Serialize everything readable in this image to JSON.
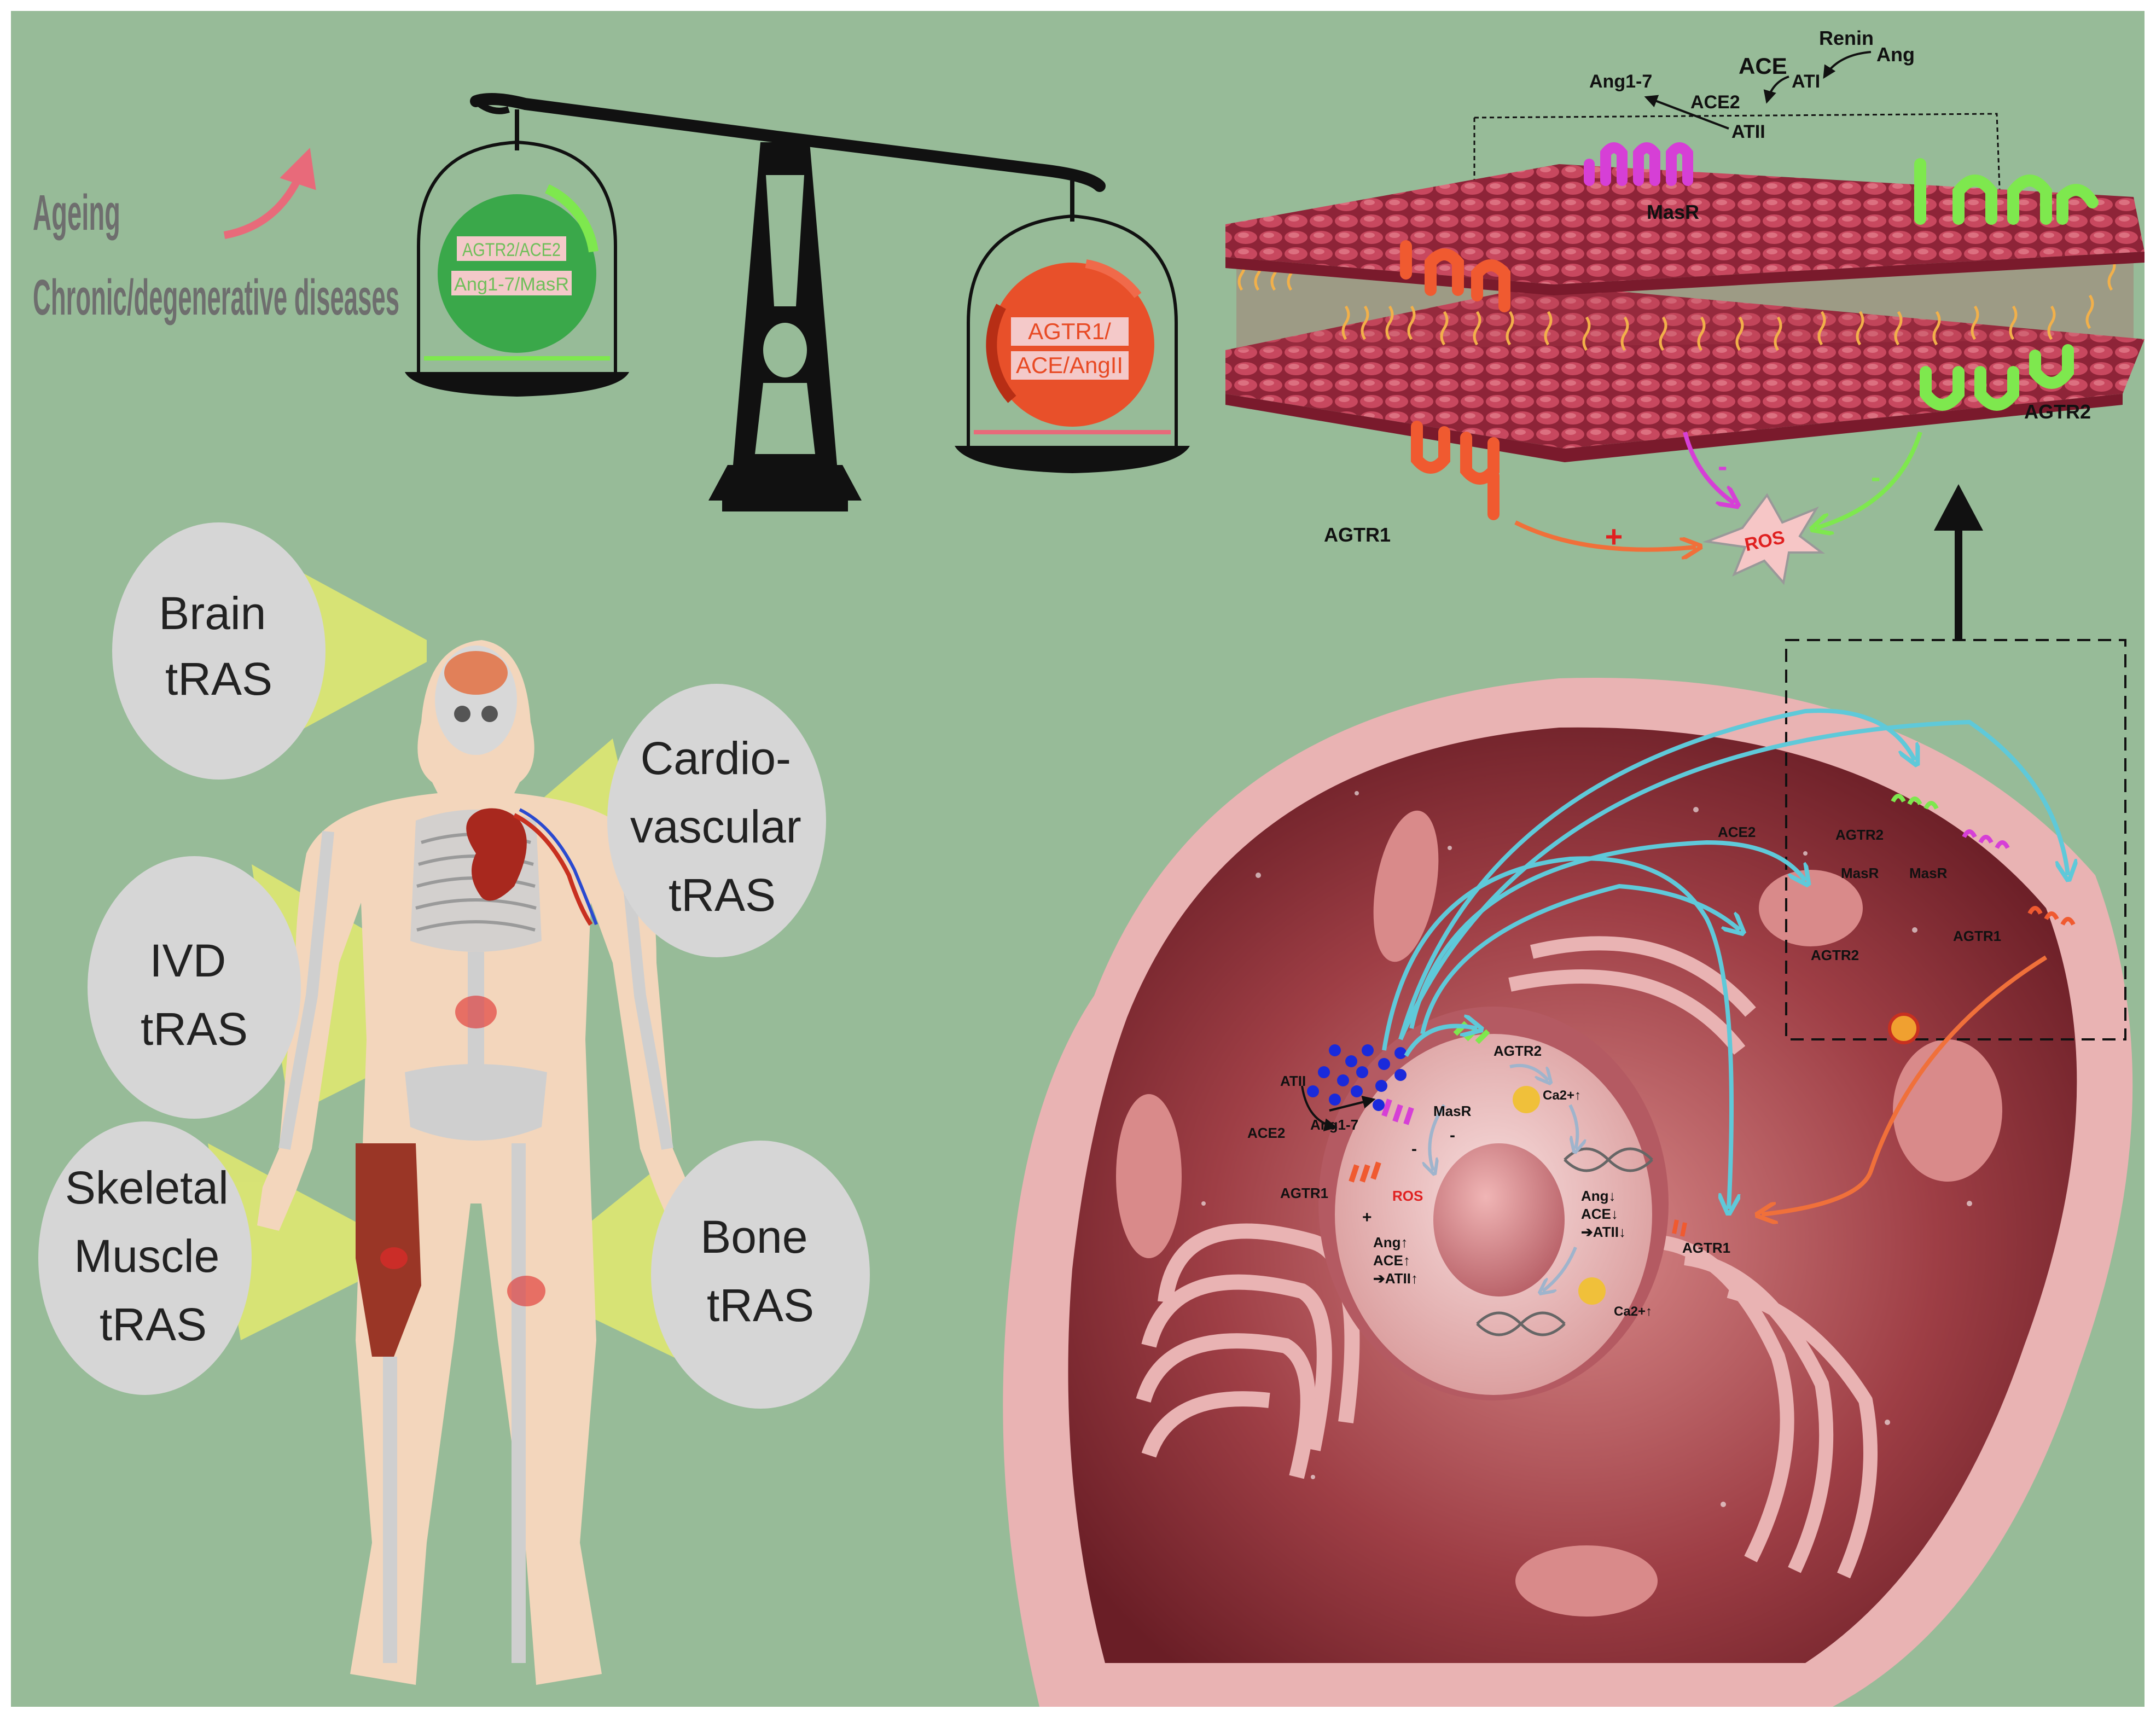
{
  "colors": {
    "background": "#97bb98",
    "pink_arrow": "#e86a7a",
    "agtr2_green": "#7ee84e",
    "agtr1_red": "#f05a30",
    "masr_magenta": "#d63fd6",
    "membrane": "#b83a52",
    "ros_label": "#e02020",
    "cyan_arrow": "#5fc9d9",
    "bubble_grey": "#d6d6d6",
    "spotlight_yellow": "#ecf06a"
  },
  "header": {
    "risk_factors": [
      "Ageing",
      "Chronic/degenerative diseases"
    ]
  },
  "balance": {
    "left_pan": {
      "lines": [
        "AGTR2/ACE2",
        "Ang1-7/MasR"
      ]
    },
    "right_pan": {
      "lines": [
        "AGTR1/",
        "ACE/AngII"
      ]
    }
  },
  "pathway": {
    "renin": "Renin",
    "ang": "Ang",
    "ace": "ACE",
    "ati": "ATI",
    "ace2": "ACE2",
    "ang17": "Ang1-7",
    "atii": "ATII"
  },
  "membrane_zoom": {
    "masr": "MasR",
    "agtr1": "AGTR1",
    "agtr2": "AGTR2",
    "ros": "ROS",
    "plus": "+",
    "minus_masr": "-",
    "minus_agtr2": "-"
  },
  "tissues": [
    {
      "id": "brain",
      "lines": [
        "Brain",
        "tRAS"
      ]
    },
    {
      "id": "cardio",
      "lines": [
        "Cardio-",
        "vascular",
        "tRAS"
      ]
    },
    {
      "id": "ivd",
      "lines": [
        "IVD",
        "tRAS"
      ]
    },
    {
      "id": "muscle",
      "lines": [
        "Skeletal",
        "Muscle",
        "tRAS"
      ]
    },
    {
      "id": "bone",
      "lines": [
        "Bone",
        "tRAS"
      ]
    }
  ],
  "cell": {
    "nucleus_masr": "MasR",
    "nucleus_agtr2": "AGTR2",
    "nucleus_agtr1": "AGTR1",
    "atii": "ATII",
    "ang17": "Ang1-7",
    "ace2": "ACE2",
    "ros": "ROS",
    "plus": "+",
    "minus1": "-",
    "minus2": "-",
    "ca_top": "Ca2+↑",
    "ca_bottom": "Ca2+↑",
    "down_lines": [
      "Ang↓",
      "ACE↓",
      "➔ATII↓"
    ],
    "up_lines": [
      "Ang↑",
      "ACE↑",
      "➔ATII↑"
    ],
    "agtr1_right": "AGTR1",
    "mito_ace2": "ACE2",
    "mito_agtr2_top": "AGTR2",
    "mito_masr_a": "MasR",
    "mito_masr_b": "MasR",
    "mito_agtr2_bottom": "AGTR2",
    "mito_agtr1": "AGTR1"
  }
}
